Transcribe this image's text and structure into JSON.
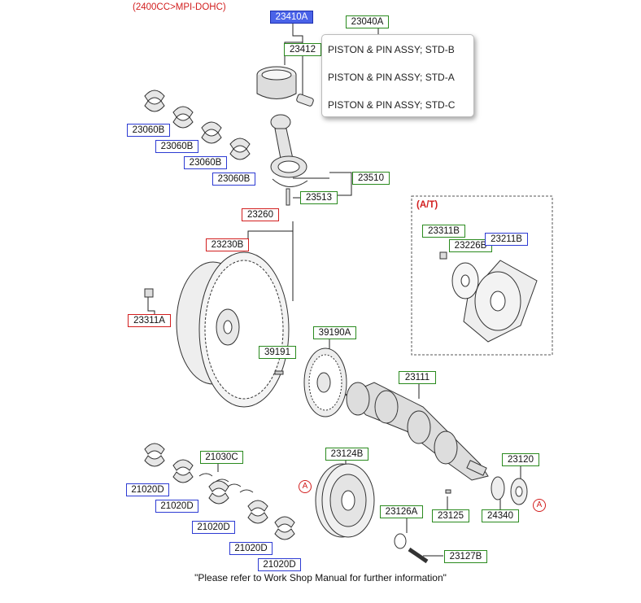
{
  "header": {
    "engine_label": "(2400CC>MPI-DOHC)"
  },
  "popup": {
    "options": [
      "PISTON & PIN ASSY; STD-B",
      "PISTON & PIN ASSY; STD-A",
      "PISTON & PIN ASSY; STD-C"
    ]
  },
  "inset": {
    "title": "(A/T)"
  },
  "callouts": {
    "ref_a": "A"
  },
  "parts": {
    "p23410A": "23410A",
    "p23040A": "23040A",
    "p23412": "23412",
    "p23060B_1": "23060B",
    "p23060B_2": "23060B",
    "p23060B_3": "23060B",
    "p23060B_4": "23060B",
    "p23510": "23510",
    "p23513": "23513",
    "p23260": "23260",
    "p23230B": "23230B",
    "p23311A": "23311A",
    "p39190A": "39190A",
    "p39191": "39191",
    "p23311B": "23311B",
    "p23226B": "23226B",
    "p23211B": "23211B",
    "p23111": "23111",
    "p21030C": "21030C",
    "p21020D_1": "21020D",
    "p21020D_2": "21020D",
    "p21020D_3": "21020D",
    "p21020D_4": "21020D",
    "p21020D_5": "21020D",
    "p23124B": "23124B",
    "p23126A": "23126A",
    "p23125": "23125",
    "p24340": "24340",
    "p23120": "23120",
    "p23127B": "23127B"
  },
  "footer": {
    "note": "\"Please refer to Work Shop Manual for further information\""
  },
  "colors": {
    "blue_border": "#2d3bd3",
    "green_border": "#2a8a1e",
    "red_border": "#d21f1f",
    "selected": "#4a63e8"
  }
}
